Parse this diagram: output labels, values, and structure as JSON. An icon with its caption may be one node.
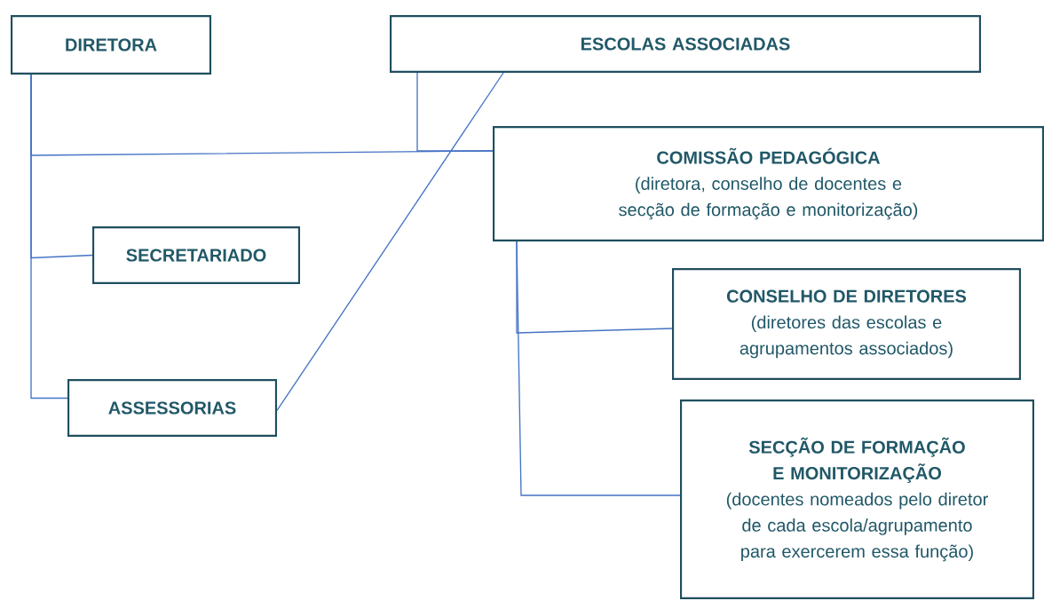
{
  "diagram": {
    "nodes": [
      {
        "text": [
          "DIRETORA"
        ]
      },
      {
        "text": [
          "ESCOLAS ASSOCIADAS"
        ]
      },
      {
        "text": [
          "COMISSÃO PEDAGÓGICA",
          "(diretora, conselho de docentes e secção de formação e monitorização)"
        ]
      },
      {
        "text": [
          "SECRETARIADO"
        ]
      },
      {
        "text": [
          "CONSELHO DE DIRETORES",
          "(diretores das escolas e agrupamentos associados)"
        ]
      },
      {
        "text": [
          "ASSESSORIAS"
        ]
      },
      {
        "text": [
          "SECÇÃO DE FORMAÇÃO E MONITORIZAÇÃO",
          "(docentes nomeados pelo diretor de cada escola/agrupamento para exercerem essa função)"
        ]
      }
    ],
    "edges": [
      {
        "from": 0,
        "to": 2,
        "arrow": "none"
      },
      {
        "from": 0,
        "to": 3,
        "arrow": "none"
      },
      {
        "from": 0,
        "to": 5,
        "arrow": "none"
      },
      {
        "from": 1,
        "to": 2,
        "arrow": "none"
      },
      {
        "from": 1,
        "to": 5,
        "arrow": "none"
      },
      {
        "from": 2,
        "to": 4,
        "arrow": "none"
      },
      {
        "from": 2,
        "to": 6,
        "arrow": "none"
      }
    ]
  }
}
